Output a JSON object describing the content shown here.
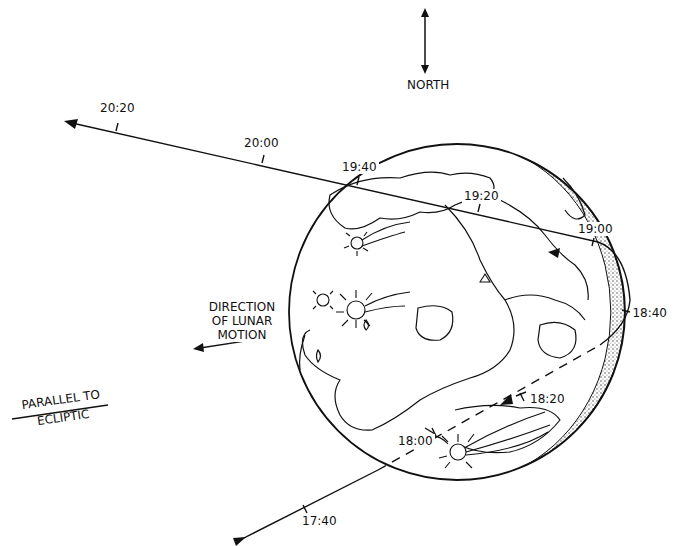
{
  "diagram": {
    "labels": [
      "NORTH",
      "20:20",
      "20:00",
      "19:40",
      "19:20",
      "19:00",
      "18:40",
      "18:20",
      "18:00",
      "17:40",
      "DIRECTION OF LUNAR MOTION",
      "PARALLEL TO ECLIPTIC"
    ]
  }
}
